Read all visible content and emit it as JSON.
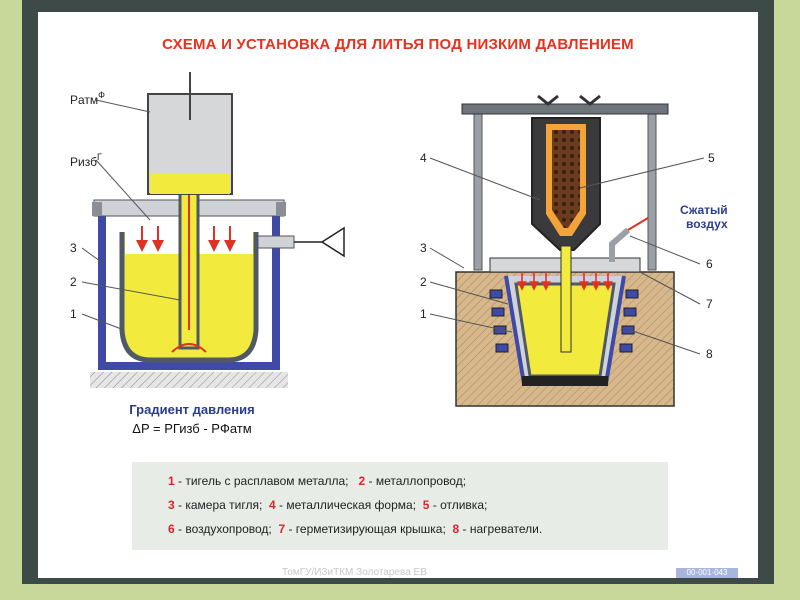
{
  "title": "СХЕМА И УСТАНОВКА ДЛЯ ЛИТЬЯ ПОД НИЗКИМ ДАВЛЕНИЕМ",
  "left_labels": {
    "p_atm": "Pатм",
    "p_atm_sup": "Ф",
    "p_izb": "Pизб",
    "p_izb_sup": "Г",
    "n3": "3",
    "n2": "2",
    "n1": "1"
  },
  "right_labels": {
    "n4": "4",
    "n5": "5",
    "n6": "6",
    "n7": "7",
    "n8": "8",
    "n3": "3",
    "n2": "2",
    "n1": "1",
    "air_1": "Сжатый",
    "air_2": "воздух"
  },
  "gradient": {
    "title": "Градиент давления",
    "formula": "ΔP = PГизб - PФатм"
  },
  "legend": {
    "line1": [
      {
        "n": "1",
        "t": "- тигель с расплавом металла;"
      },
      {
        "n": "2",
        "t": "- металлопровод;"
      }
    ],
    "line2": [
      {
        "n": "3",
        "t": "- камера тигля;"
      },
      {
        "n": "4",
        "t": "- металлическая форма;"
      },
      {
        "n": "5",
        "t": "- отливка;"
      }
    ],
    "line3": [
      {
        "n": "6",
        "t": "- воздухопровод;"
      },
      {
        "n": "7",
        "t": "- герметизирующая крышка;"
      },
      {
        "n": "8",
        "t": "- нагреватели."
      }
    ]
  },
  "watermark": "ТомГУ/ИЗиТКМ Золотарева ЕВ",
  "page_badge": "00·001·043",
  "colors": {
    "frame": "#3d4a48",
    "background": "#c8d79a",
    "title": "#e8321e",
    "melt": "#f2ea3c",
    "chamber": "#3f4aa6",
    "arrow": "#e03222",
    "brick": "#d7b88c"
  }
}
